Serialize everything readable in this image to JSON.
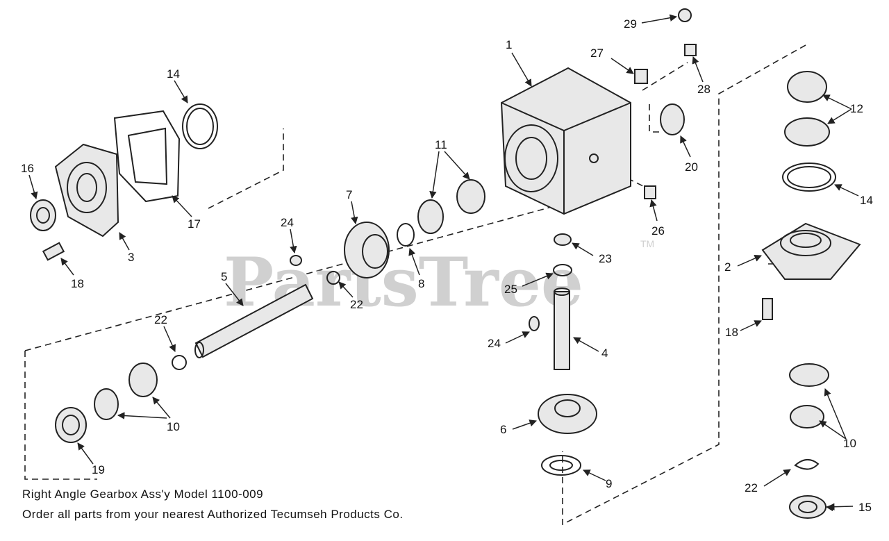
{
  "watermark": {
    "text": "PartsTree",
    "trademark": "TM"
  },
  "caption": {
    "line1": "Right Angle Gearbox Ass'y Model 1100-009",
    "line2": "Order all parts from your nearest Authorized Tecumseh Products Co."
  },
  "callouts": {
    "c1": "1",
    "c2": "2",
    "c3": "3",
    "c4": "4",
    "c5": "5",
    "c6": "6",
    "c7": "7",
    "c8a": "8",
    "c9": "9",
    "c10a": "10",
    "c10b": "10",
    "c11": "11",
    "c12": "12",
    "c14a": "14",
    "c14b": "14",
    "c15": "15",
    "c16": "16",
    "c17": "17",
    "c18a": "18",
    "c18b": "18",
    "c19": "19",
    "c20": "20",
    "c22a": "22",
    "c22b": "22",
    "c22c": "22",
    "c23": "23",
    "c24a": "24",
    "c24b": "24",
    "c25": "25",
    "c26": "26",
    "c27": "27",
    "c28": "28",
    "c29": "29"
  }
}
